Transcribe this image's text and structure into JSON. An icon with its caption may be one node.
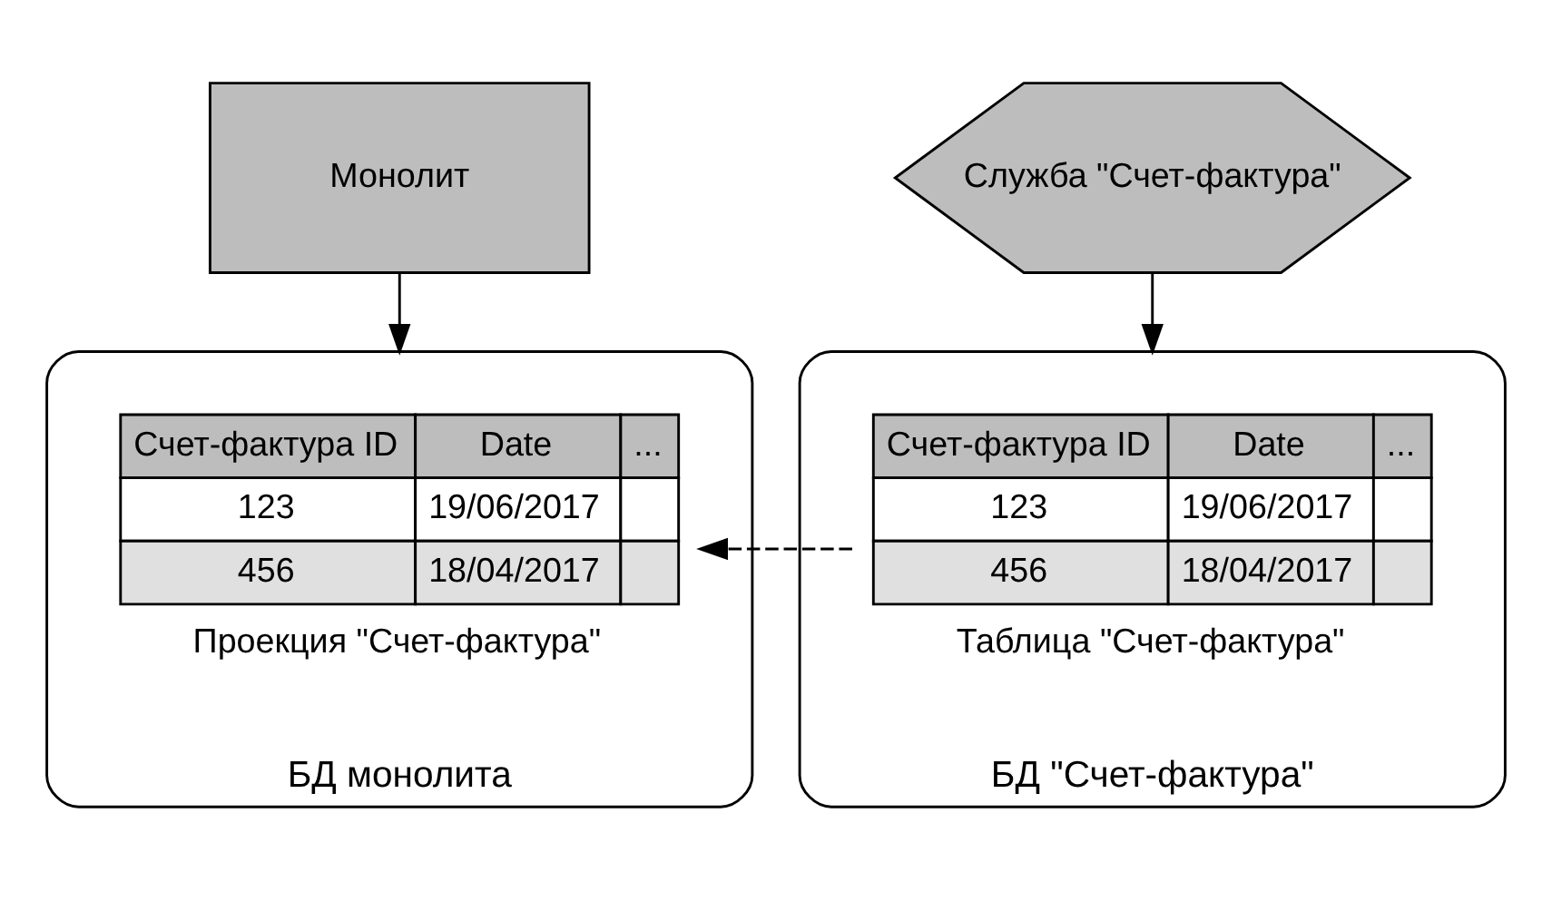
{
  "diagram": {
    "nodes": [
      {
        "text": [
          "Монолит"
        ]
      },
      {
        "text": [
          "Служба \"Счет-фактура\""
        ]
      },
      {
        "text": [
          "БД монолита"
        ]
      },
      {
        "text": [
          "Счет-фактура ID",
          "Date",
          "...",
          "123",
          "19/06/2017",
          "456",
          "18/04/2017"
        ],
        "in": 2,
        "beside": [
          "Проекция \"Счет-фактура\""
        ]
      },
      {
        "text": [
          "БД \"Счет-фактура\""
        ]
      },
      {
        "text": [
          "Счет-фактура ID",
          "Date",
          "...",
          "123",
          "19/06/2017",
          "456",
          "18/04/2017"
        ],
        "in": 4,
        "beside": [
          "Таблица \"Счет-фактура\""
        ]
      }
    ],
    "edges": [
      {
        "from": 0,
        "to": 2,
        "arrow": "to"
      },
      {
        "from": 1,
        "to": 4,
        "arrow": "to"
      },
      {
        "from": 5,
        "to": 3,
        "arrow": "to",
        "style": "dashed"
      }
    ]
  }
}
